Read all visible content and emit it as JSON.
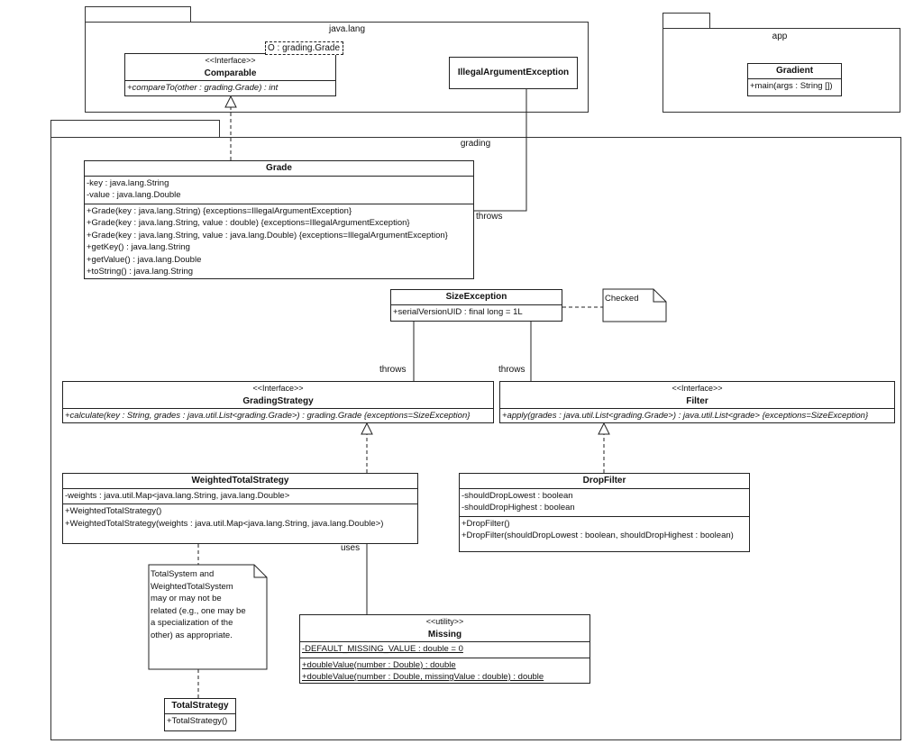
{
  "packages": {
    "java_lang": "java.lang",
    "app": "app",
    "grading": "grading"
  },
  "comparable": {
    "template_param": "O : grading.Grade",
    "stereotype": "<<Interface>>",
    "name": "Comparable",
    "operations": [
      "+compareTo(other : grading.Grade) : int"
    ]
  },
  "illegal_argument_exception": {
    "name": "IllegalArgumentException"
  },
  "gradient": {
    "name": "Gradient",
    "operations": [
      "+main(args : String [])"
    ]
  },
  "grade": {
    "name": "Grade",
    "attributes": [
      "-key : java.lang.String",
      "-value : java.lang.Double"
    ],
    "operations": [
      "+Grade(key : java.lang.String) {exceptions=IllegalArgumentException}",
      "+Grade(key : java.lang.String, value : double) {exceptions=IllegalArgumentException}",
      "+Grade(key : java.lang.String, value : java.lang.Double) {exceptions=IllegalArgumentException}",
      "+getKey() : java.lang.String",
      "+getValue() : java.lang.Double",
      "+toString() : java.lang.String"
    ]
  },
  "size_exception": {
    "name": "SizeException",
    "attributes": [
      "+serialVersionUID : final long = 1L"
    ]
  },
  "notes": {
    "checked": "Checked",
    "total_system": [
      "TotalSystem and",
      "WeightedTotalSystem",
      "may or  may not be",
      "related (e.g., one may be",
      "a specialization of the",
      "other) as appropriate."
    ]
  },
  "grading_strategy": {
    "stereotype": "<<Interface>>",
    "name": "GradingStrategy",
    "operations": [
      "+calculate(key : String, grades : java.util.List<grading.Grade>) : grading.Grade {exceptions=SizeException}"
    ]
  },
  "filter": {
    "stereotype": "<<Interface>>",
    "name": "Filter",
    "operations": [
      "+apply(grades : java.util.List<grading.Grade>) : java.util.List<grade> {exceptions=SizeException}"
    ]
  },
  "weighted_total_strategy": {
    "name": "WeightedTotalStrategy",
    "attributes": [
      "-weights : java.util.Map<java.lang.String, java.lang.Double>"
    ],
    "operations": [
      "+WeightedTotalStrategy()",
      "+WeightedTotalStrategy(weights : java.util.Map<java.lang.String, java.lang.Double>)"
    ]
  },
  "drop_filter": {
    "name": "DropFilter",
    "attributes": [
      "-shouldDropLowest : boolean",
      "-shouldDropHighest : boolean"
    ],
    "operations": [
      "+DropFilter()",
      "+DropFilter(shouldDropLowest : boolean, shouldDropHighest : boolean)"
    ]
  },
  "missing": {
    "stereotype": "<<utility>>",
    "name": "Missing",
    "attributes": [
      "-DEFAULT_MISSING_VALUE : double = 0"
    ],
    "operations": [
      "+doubleValue(number : Double) : double",
      "+doubleValue(number : Double, missingValue : double) : double"
    ]
  },
  "total_strategy": {
    "name": "TotalStrategy",
    "operations": [
      "+TotalStrategy()"
    ]
  },
  "labels": {
    "throws": "throws",
    "uses": "uses"
  }
}
